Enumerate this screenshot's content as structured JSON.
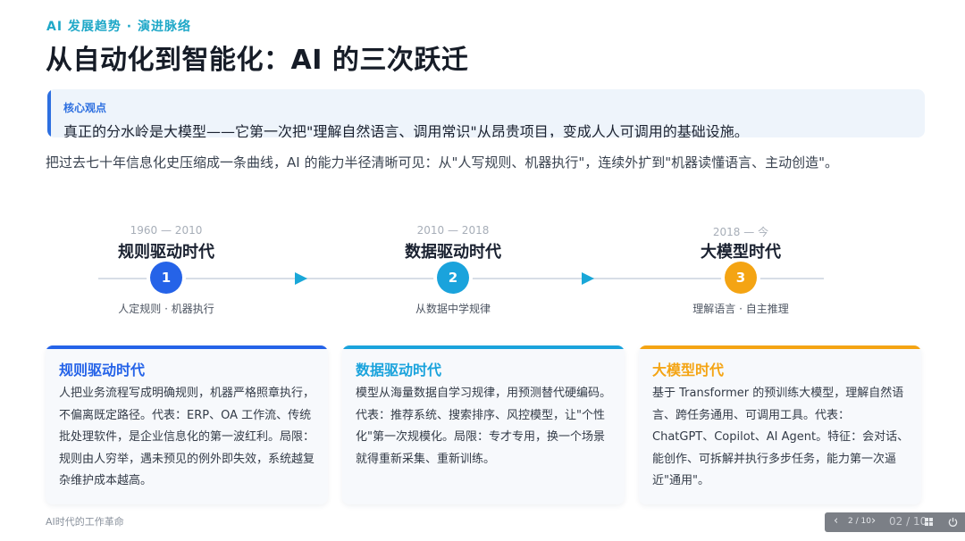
{
  "header": {
    "eyebrow": "AI 发展趋势 · 演进脉络",
    "title": "从自动化到智能化：AI 的三次跃迁"
  },
  "callout": {
    "label": "核心观点",
    "text": "真正的分水岭是大模型——它第一次把\"理解自然语言、调用常识\"从昂贵项目，变成人人可调用的基础设施。"
  },
  "lead": "把过去七十年信息化史压缩成一条曲线，AI 的能力半径清晰可见：从\"人写规则、机器执行\"，连续外扩到\"机器读懂语言、主动创造\"。",
  "timeline": [
    {
      "period": "1960 — 2010",
      "name": "规则驱动时代",
      "num": "1",
      "desc": "人定规则 · 机器执行",
      "color": "#2563e8"
    },
    {
      "period": "2010 — 2018",
      "name": "数据驱动时代",
      "num": "2",
      "desc": "从数据中学规律",
      "color": "#1aa3dc"
    },
    {
      "period": "2018 — 今",
      "name": "大模型时代",
      "num": "3",
      "desc": "理解语言 · 自主推理",
      "color": "#f4a413"
    }
  ],
  "cards": [
    {
      "title": "规则驱动时代",
      "body": "人把业务流程写成明确规则，机器严格照章执行，不偏离既定路径。代表：ERP、OA 工作流、传统批处理软件，是企业信息化的第一波红利。局限：规则由人穷举，遇未预见的例外即失效，系统越复杂维护成本越高。",
      "color": "#2563e8"
    },
    {
      "title": "数据驱动时代",
      "body": "模型从海量数据自学习规律，用预测替代硬编码。代表：推荐系统、搜索排序、风控模型，让\"个性化\"第一次规模化。局限：专才专用，换一个场景就得重新采集、重新训练。",
      "color": "#1aa3dc"
    },
    {
      "title": "大模型时代",
      "body": "基于 Transformer 的预训练大模型，理解自然语言、跨任务通用、可调用工具。代表：ChatGPT、Copilot、AI Agent。特征：会对话、能创作、可拆解并执行多步任务，能力第一次逼近\"通用\"。",
      "color": "#f4a413"
    }
  ],
  "footer": "AI时代的工作革命",
  "pager": {
    "prev": "‹",
    "page": "2 / 10",
    "next": "›",
    "overlay": "02 / 10",
    "grid_icon": "grid-icon",
    "power_icon": "power-icon"
  }
}
